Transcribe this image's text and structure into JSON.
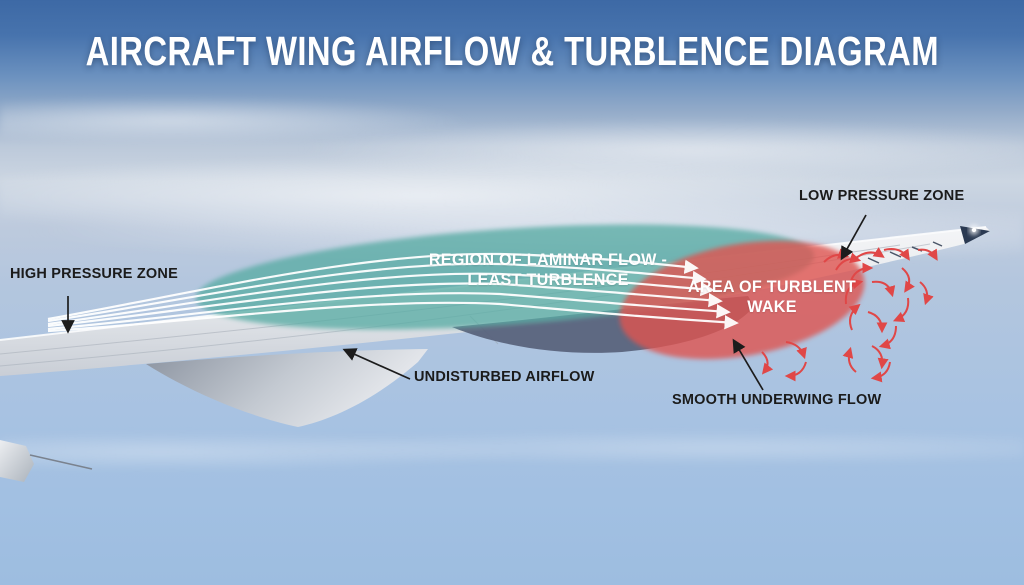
{
  "title": "AIRCRAFT WING AIRFLOW & TURBLENCE DIAGRAM",
  "labels": {
    "high_pressure": "HIGH PRESSURE ZONE",
    "low_pressure": "LOW PRESSURE ZONE",
    "undisturbed": "UNDISTURBED AIRFLOW",
    "smooth_underwing": "SMOOTH UNDERWING FLOW"
  },
  "zones": {
    "laminar_line1": "REGION OF LAMINAR FLOW -",
    "laminar_line2": "LEAST TURBLENCE",
    "wake_line1": "AREA OF TURBLENT",
    "wake_line2": "WAKE"
  },
  "colors": {
    "laminar_zone": "#58aca4",
    "turbulent_zone": "#de5450",
    "swirl_arrow": "#e04747",
    "streamline": "#ffffff",
    "annotation_arrow": "#1c1c1c",
    "label_text": "#1b1b1b",
    "zone_text": "#ffffff"
  }
}
